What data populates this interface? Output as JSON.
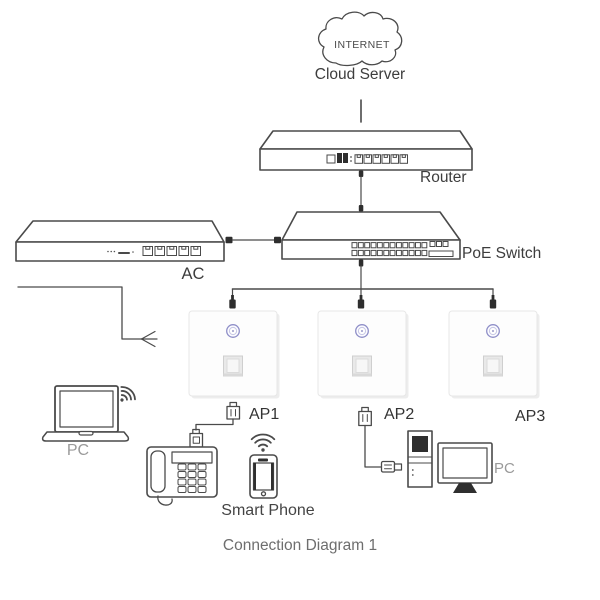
{
  "title": "Connection Diagram 1",
  "colors": {
    "line": "#4a4a4a",
    "connector": "#2e2e2e",
    "led_ring": "#8f8fc8",
    "text": "#3d3d3d",
    "muted_text": "#9a9a9a",
    "caption_text": "#6e6e6e",
    "screen_dark": "#2f2f2f"
  },
  "nodes": {
    "internet": "INTERNET",
    "cloud_server": "Cloud Server",
    "router": "Router",
    "poe_switch": "PoE Switch",
    "ac": "AC",
    "ap1": "AP1",
    "ap2": "AP2",
    "ap3": "AP3",
    "pc_wireless": "PC",
    "smart_phone": "Smart Phone",
    "pc_wired": "PC",
    "caption": "Connection Diagram 1"
  }
}
